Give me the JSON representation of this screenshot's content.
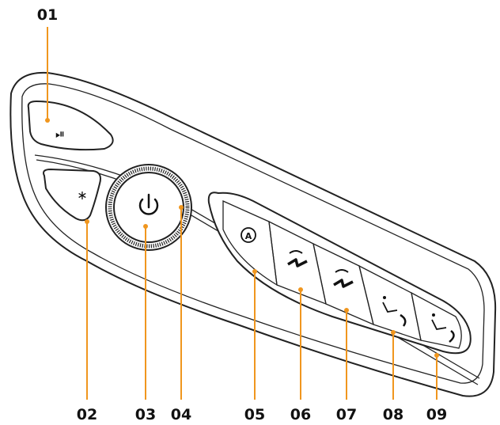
{
  "callouts": [
    {
      "id": "01",
      "label": "01",
      "icon": "play-pause-icon",
      "part": "play-pause-button"
    },
    {
      "id": "02",
      "label": "02",
      "icon": "bluetooth-icon",
      "part": "bluetooth-button"
    },
    {
      "id": "03",
      "label": "03",
      "icon": "power-icon",
      "part": "power-button"
    },
    {
      "id": "04",
      "label": "04",
      "icon": "",
      "part": "rotary-knob-ring"
    },
    {
      "id": "05",
      "label": "05",
      "icon": "auto-mode-icon",
      "part": "auto-button"
    },
    {
      "id": "06",
      "label": "06",
      "icon": "recline-forward-icon",
      "part": "seat-button-1"
    },
    {
      "id": "07",
      "label": "07",
      "icon": "recline-back-icon",
      "part": "seat-button-2"
    },
    {
      "id": "08",
      "label": "08",
      "icon": "seat-recline-icon",
      "part": "seat-button-3"
    },
    {
      "id": "09",
      "label": "09",
      "icon": "seat-return-icon",
      "part": "seat-button-4"
    }
  ],
  "glyphs": {
    "play_pause": "⏯",
    "bluetooth": "∗",
    "auto": "A"
  },
  "colors": {
    "leader": "#f0961e",
    "outline": "#222222",
    "label": "#111111",
    "background": "#ffffff"
  }
}
